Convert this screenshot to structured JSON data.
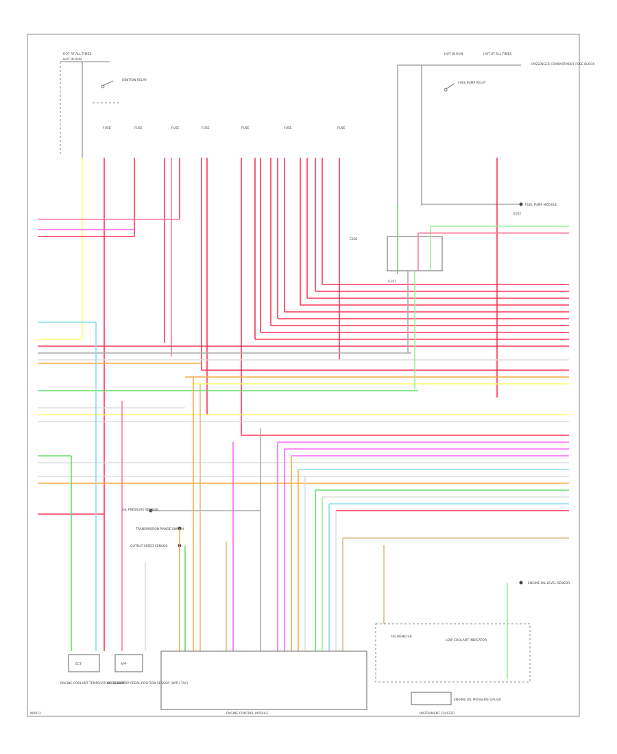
{
  "colors": {
    "pink": "#ff7a9a",
    "red": "#ff3355",
    "yellow": "#ffff66",
    "green": "#66dd66",
    "light_green": "#99ee99",
    "orange": "#ffaa44",
    "tan": "#ddbb88",
    "magenta": "#ff66ff",
    "blue": "#6699ff",
    "light_blue": "#88ddee",
    "gray": "#aaaaaa",
    "white": "#dddddd",
    "black": "#444444"
  },
  "labels": {
    "hot_at_all_times_left": "HOT AT ALL TIMES",
    "hot_in_run_left": "HOT IN RUN",
    "ignition_relay": "IGNITION RELAY",
    "fuse_labels": [
      "FUSE",
      "FUSE",
      "FUSE",
      "FUSE",
      "FUSE",
      "FUSE",
      "FUSE"
    ],
    "top_right_hot_1": "HOT IN RUN",
    "top_right_hot_2": "HOT AT ALL TIMES",
    "fuel_pump_relay": "FUEL PUMP RELAY",
    "top_right_note": "PASSENGER COMPARTMENT FUSE BLOCK",
    "fuel_pump_module": "FUEL PUMP MODULE",
    "mid_connector": "C201",
    "ground_g": "G101",
    "right_gnd": "G102",
    "engine_coolant_sensor": "ENGINE COOLANT TEMPERATURE SENSOR",
    "throttle_sensor": "ACCELERATOR PEDAL POSITION SENSOR (WITH TAC)",
    "accelerator_sensor_short": "APP",
    "ect_short": "ECT",
    "transmission_sensor": "TRANSMISSION RANGE SWITCH",
    "output_speed": "OUTPUT SPEED SENSOR",
    "oil_pressure": "OIL PRESSURE SENSOR",
    "engine_control_module": "ENGINE CONTROL MODULE",
    "instrument_cluster": "INSTRUMENT CLUSTER",
    "tachometer": "TACHOMETER",
    "low_coolant": "LOW COOLANT INDICATOR",
    "engine_oil_pressure_gauge": "ENGINE OIL PRESSURE GAUGE",
    "oil_level_sensor": "ENGINE OIL LEVEL SENSOR",
    "footer_left": "W0012"
  }
}
